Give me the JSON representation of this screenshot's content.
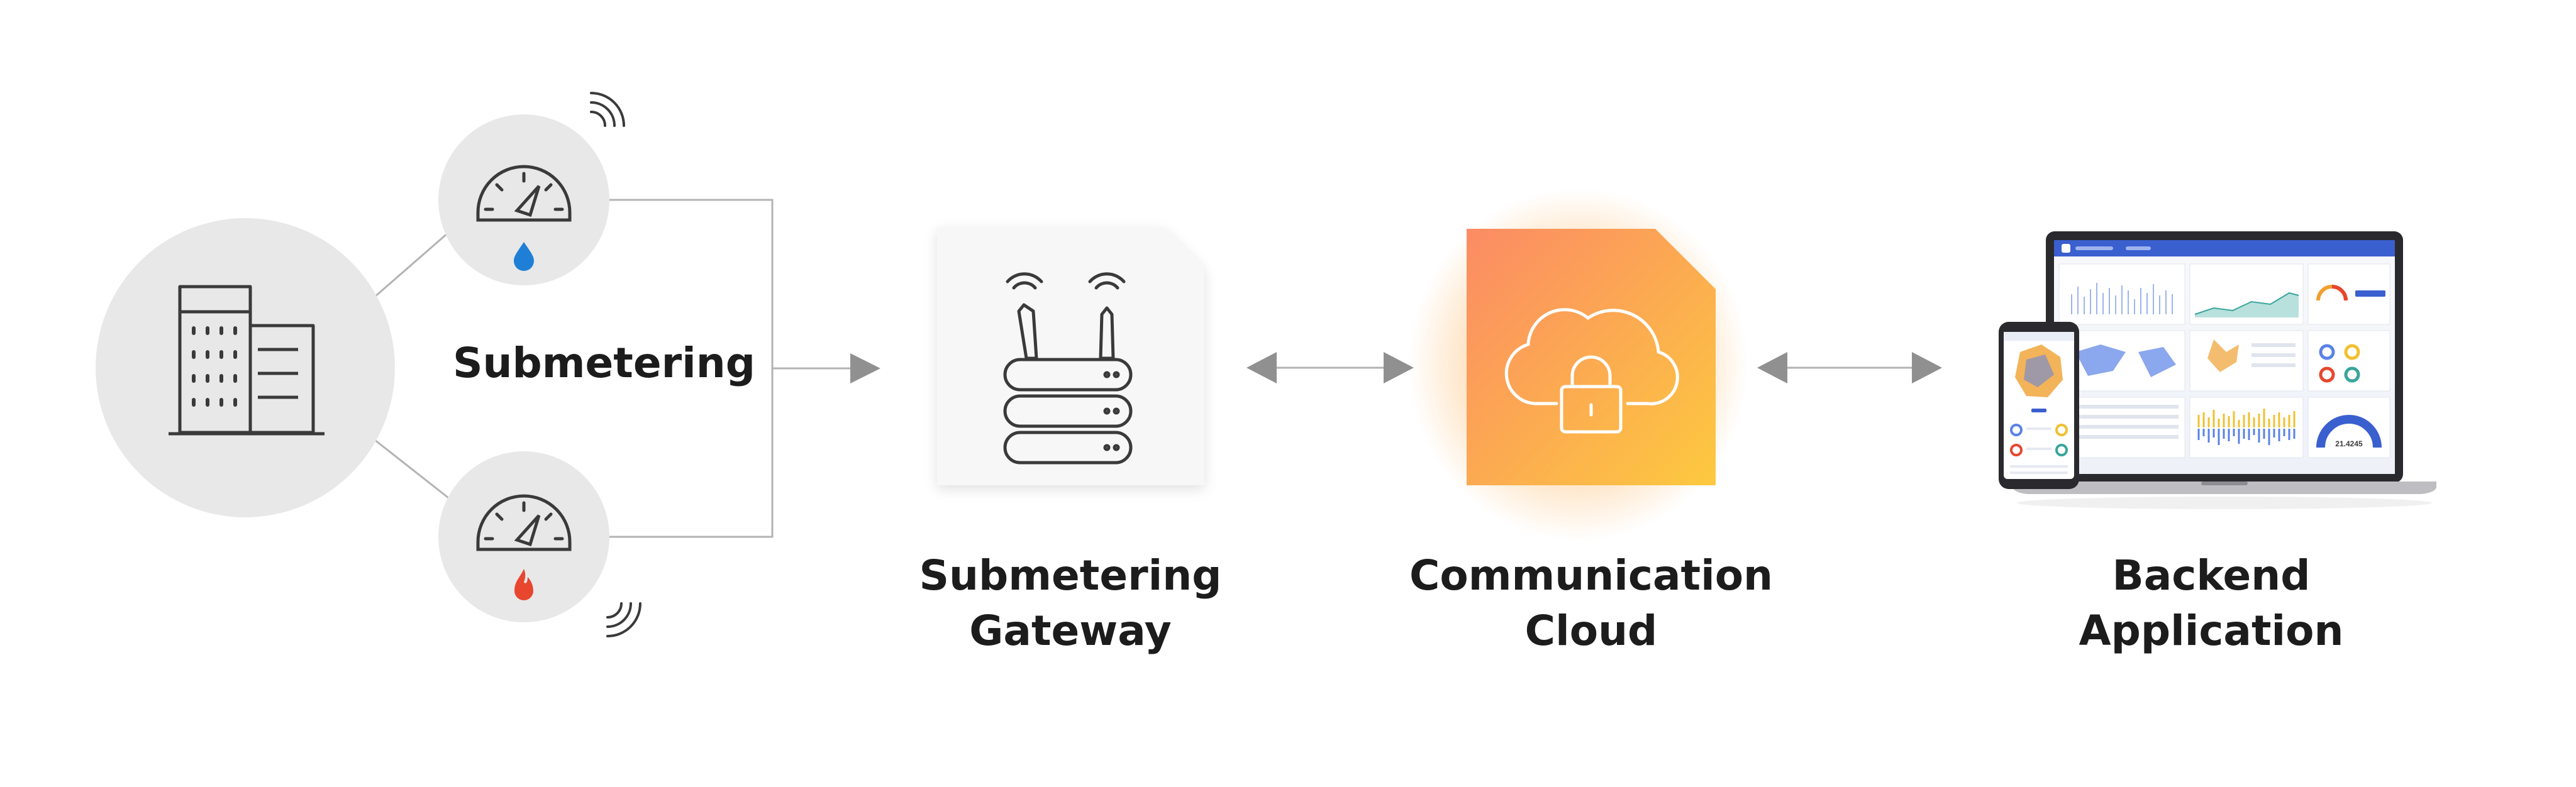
{
  "diagram": {
    "colors": {
      "circle_fill": "#e8e8e8",
      "card_fill": "#f5f5f5",
      "line": "#b3b3b3",
      "arrow": "#909090",
      "icon_stroke": "#3a3a3a",
      "water": "#1f7fd6",
      "flame": "#e8462f",
      "cloud_gradient_start": "#fb8b64",
      "cloud_gradient_end": "#fdc93f",
      "dashboard_accent": "#3a5fcf"
    },
    "labels": {
      "submetering": "Submetering",
      "gateway_line1": "Submetering",
      "gateway_line2": "Gateway",
      "cloud_line1": "Communication",
      "cloud_line2": "Cloud",
      "backend_line1": "Backend",
      "backend_line2": "Application"
    },
    "icons": {
      "building": "building-icon",
      "meter": "gauge-icon",
      "water": "water-drop-icon",
      "gas": "flame-icon",
      "wifi": "wifi-signal-icon",
      "router": "router-icon",
      "cloud": "cloud-lock-icon",
      "devices": "laptop-phone-icon"
    },
    "dashboard": {
      "gauge_value": "21.4245"
    }
  }
}
